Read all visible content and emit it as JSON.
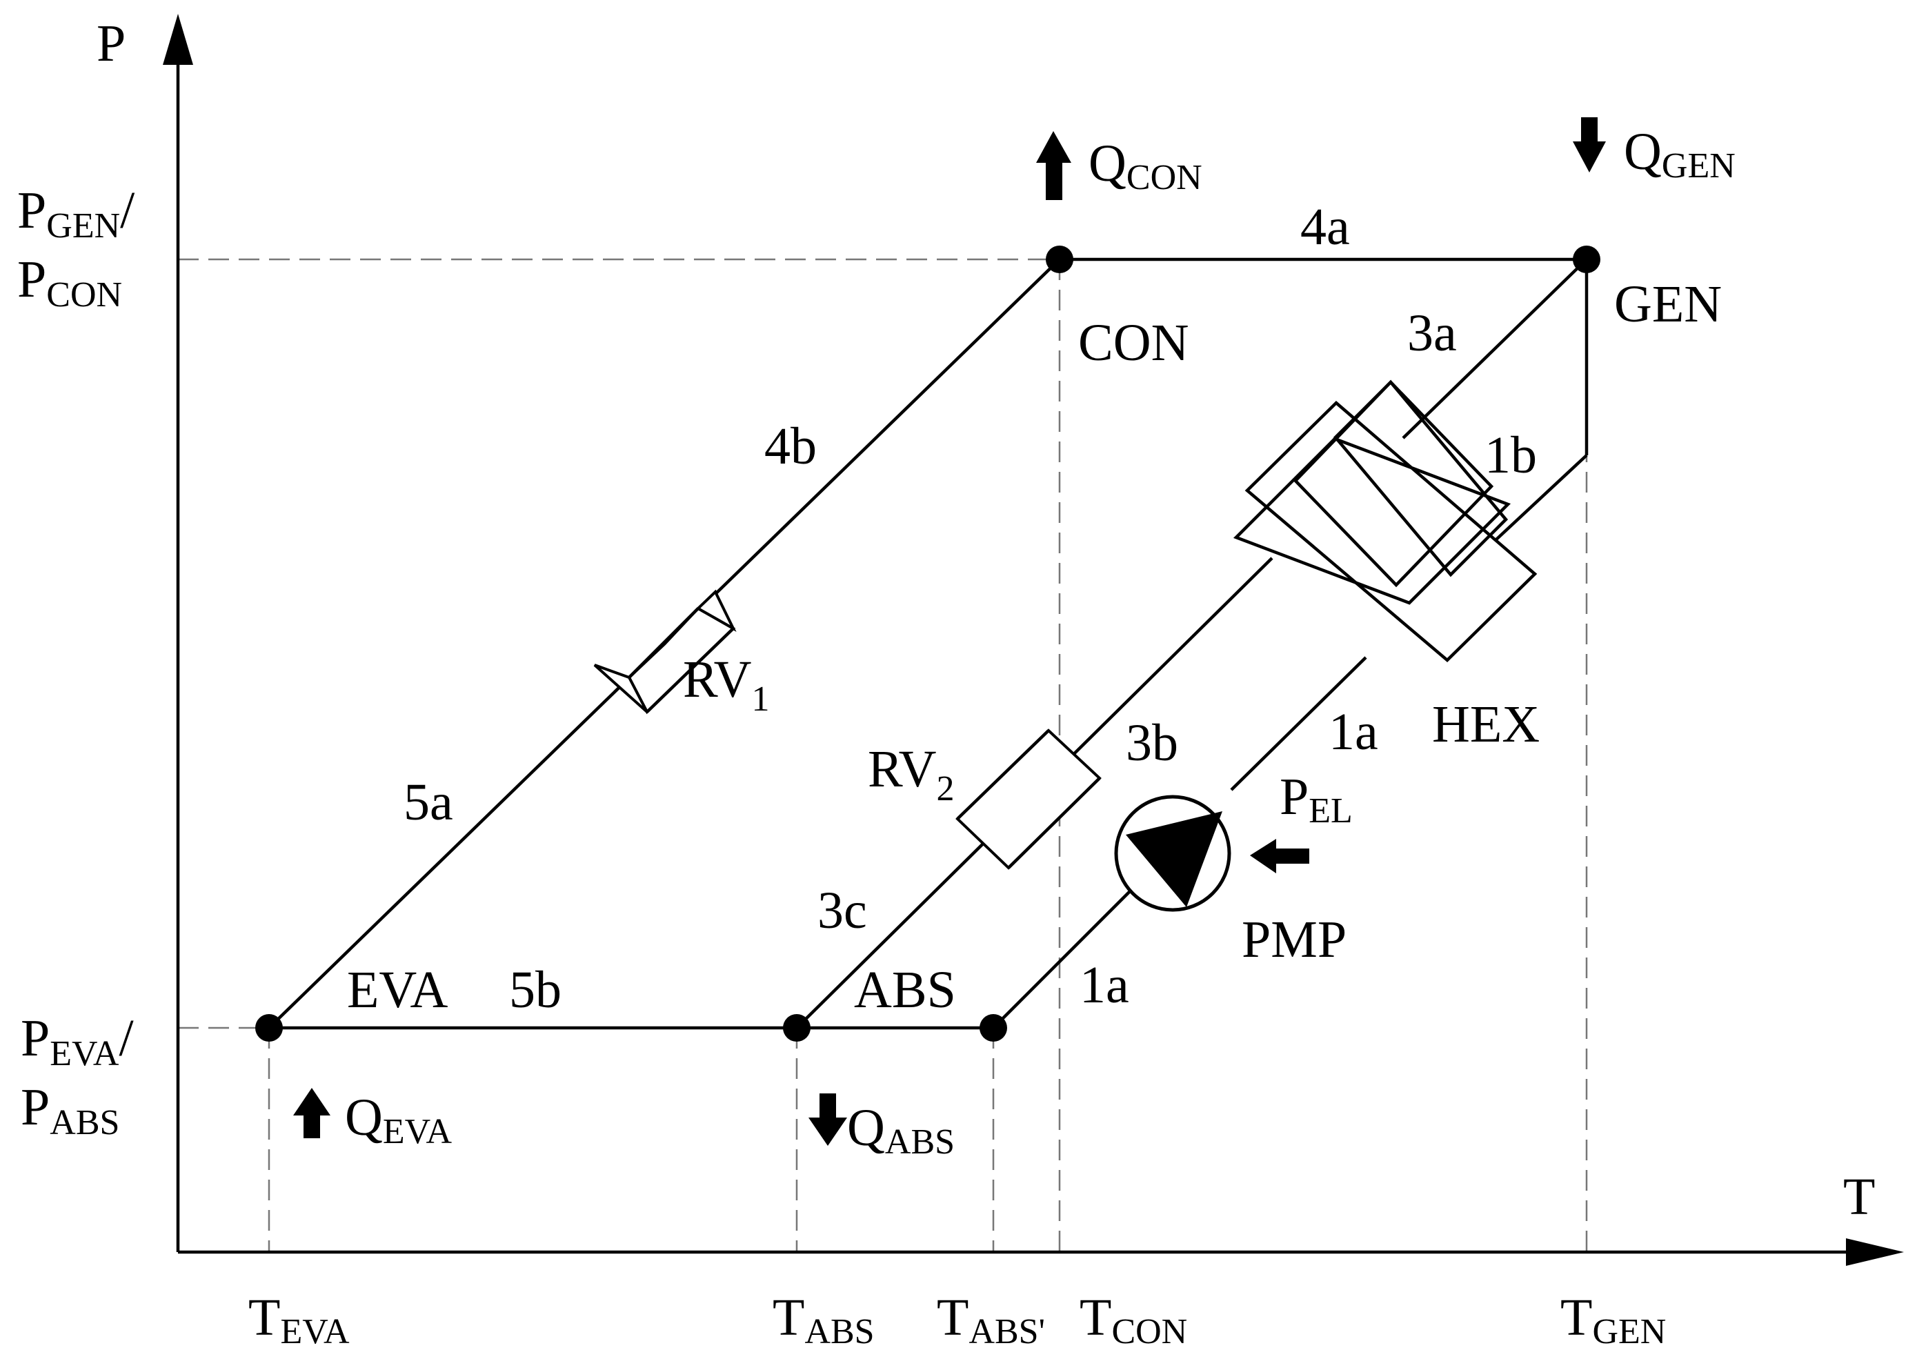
{
  "axes": {
    "y_label": "P",
    "x_label": "T",
    "y_ticks": [
      {
        "id": "high",
        "line1": {
          "main": "P",
          "sub": "GEN",
          "tail": "/"
        },
        "line2": {
          "main": "P",
          "sub": "CON",
          "tail": ""
        }
      },
      {
        "id": "low",
        "line1": {
          "main": "P",
          "sub": "EVA",
          "tail": "/"
        },
        "line2": {
          "main": "P",
          "sub": "ABS",
          "tail": ""
        }
      }
    ],
    "x_ticks": [
      {
        "id": "t-eva",
        "main": "T",
        "sub": "EVA"
      },
      {
        "id": "t-abs",
        "main": "T",
        "sub": "ABS"
      },
      {
        "id": "t-abs-prime",
        "main": "T",
        "sub": "ABS'"
      },
      {
        "id": "t-con",
        "main": "T",
        "sub": "CON"
      },
      {
        "id": "t-gen",
        "main": "T",
        "sub": "GEN"
      }
    ]
  },
  "components": {
    "con": "CON",
    "gen": "GEN",
    "eva": "EVA",
    "abs": "ABS",
    "hex": "HEX",
    "pmp": "PMP",
    "rv1": {
      "main": "RV",
      "sub": "1"
    },
    "rv2": {
      "main": "RV",
      "sub": "2"
    }
  },
  "streams": {
    "s4a": "4a",
    "s4b": "4b",
    "s3a": "3a",
    "s1b": "1b",
    "s3b": "3b",
    "s1a_upper": "1a",
    "s1a_lower": "1a",
    "s5a": "5a",
    "s5b": "5b",
    "s3c": "3c"
  },
  "heat_flows": {
    "q_con": {
      "main": "Q",
      "sub": "CON",
      "direction": "up"
    },
    "q_gen": {
      "main": "Q",
      "sub": "GEN",
      "direction": "down"
    },
    "q_eva": {
      "main": "Q",
      "sub": "EVA",
      "direction": "up"
    },
    "q_abs": {
      "main": "Q",
      "sub": "ABS",
      "direction": "down"
    },
    "p_el": {
      "main": "P",
      "sub": "EL",
      "direction": "left"
    }
  }
}
